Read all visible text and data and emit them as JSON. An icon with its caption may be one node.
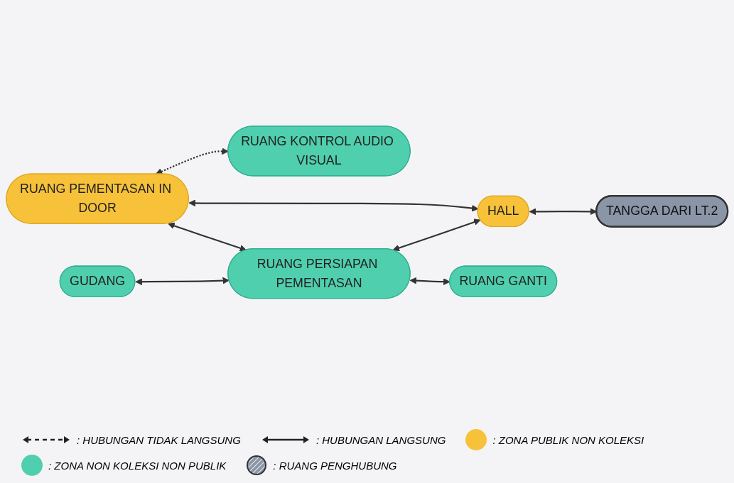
{
  "diagram": {
    "nodes": [
      {
        "text": [
          "RUANG PEMENTASAN IN DOOR"
        ]
      },
      {
        "text": [
          "RUANG KONTROL AUDIO VISUAL"
        ]
      },
      {
        "text": [
          "GUDANG"
        ]
      },
      {
        "text": [
          "RUANG PERSIAPAN PEMENTASAN"
        ]
      },
      {
        "text": [
          "HALL"
        ]
      },
      {
        "text": [
          "RUANG GANTI"
        ]
      },
      {
        "text": [
          "TANGGA DARI LT.2"
        ]
      }
    ],
    "edges": [
      {
        "from": 0,
        "to": 1,
        "arrow": "both",
        "style": "dashed"
      },
      {
        "from": 0,
        "to": 3,
        "arrow": "both"
      },
      {
        "from": 0,
        "to": 4,
        "arrow": "both"
      },
      {
        "from": 2,
        "to": 3,
        "arrow": "both"
      },
      {
        "from": 3,
        "to": 4,
        "arrow": "both"
      },
      {
        "from": 3,
        "to": 5,
        "arrow": "both"
      },
      {
        "from": 4,
        "to": 6,
        "arrow": "both"
      }
    ],
    "legend": [
      {
        "text": ": HUBUNGAN TIDAK LANGSUNG"
      },
      {
        "text": ": HUBUNGAN LANGSUNG"
      },
      {
        "text": ": ZONA PUBLIK NON KOLEKSI",
        "color": "#f7c23a"
      },
      {
        "text": ": ZONA NON KOLEKSI NON PUBLIK",
        "color": "#4fcfae"
      },
      {
        "text": ": RUANG PENGHUBUNG"
      }
    ]
  }
}
